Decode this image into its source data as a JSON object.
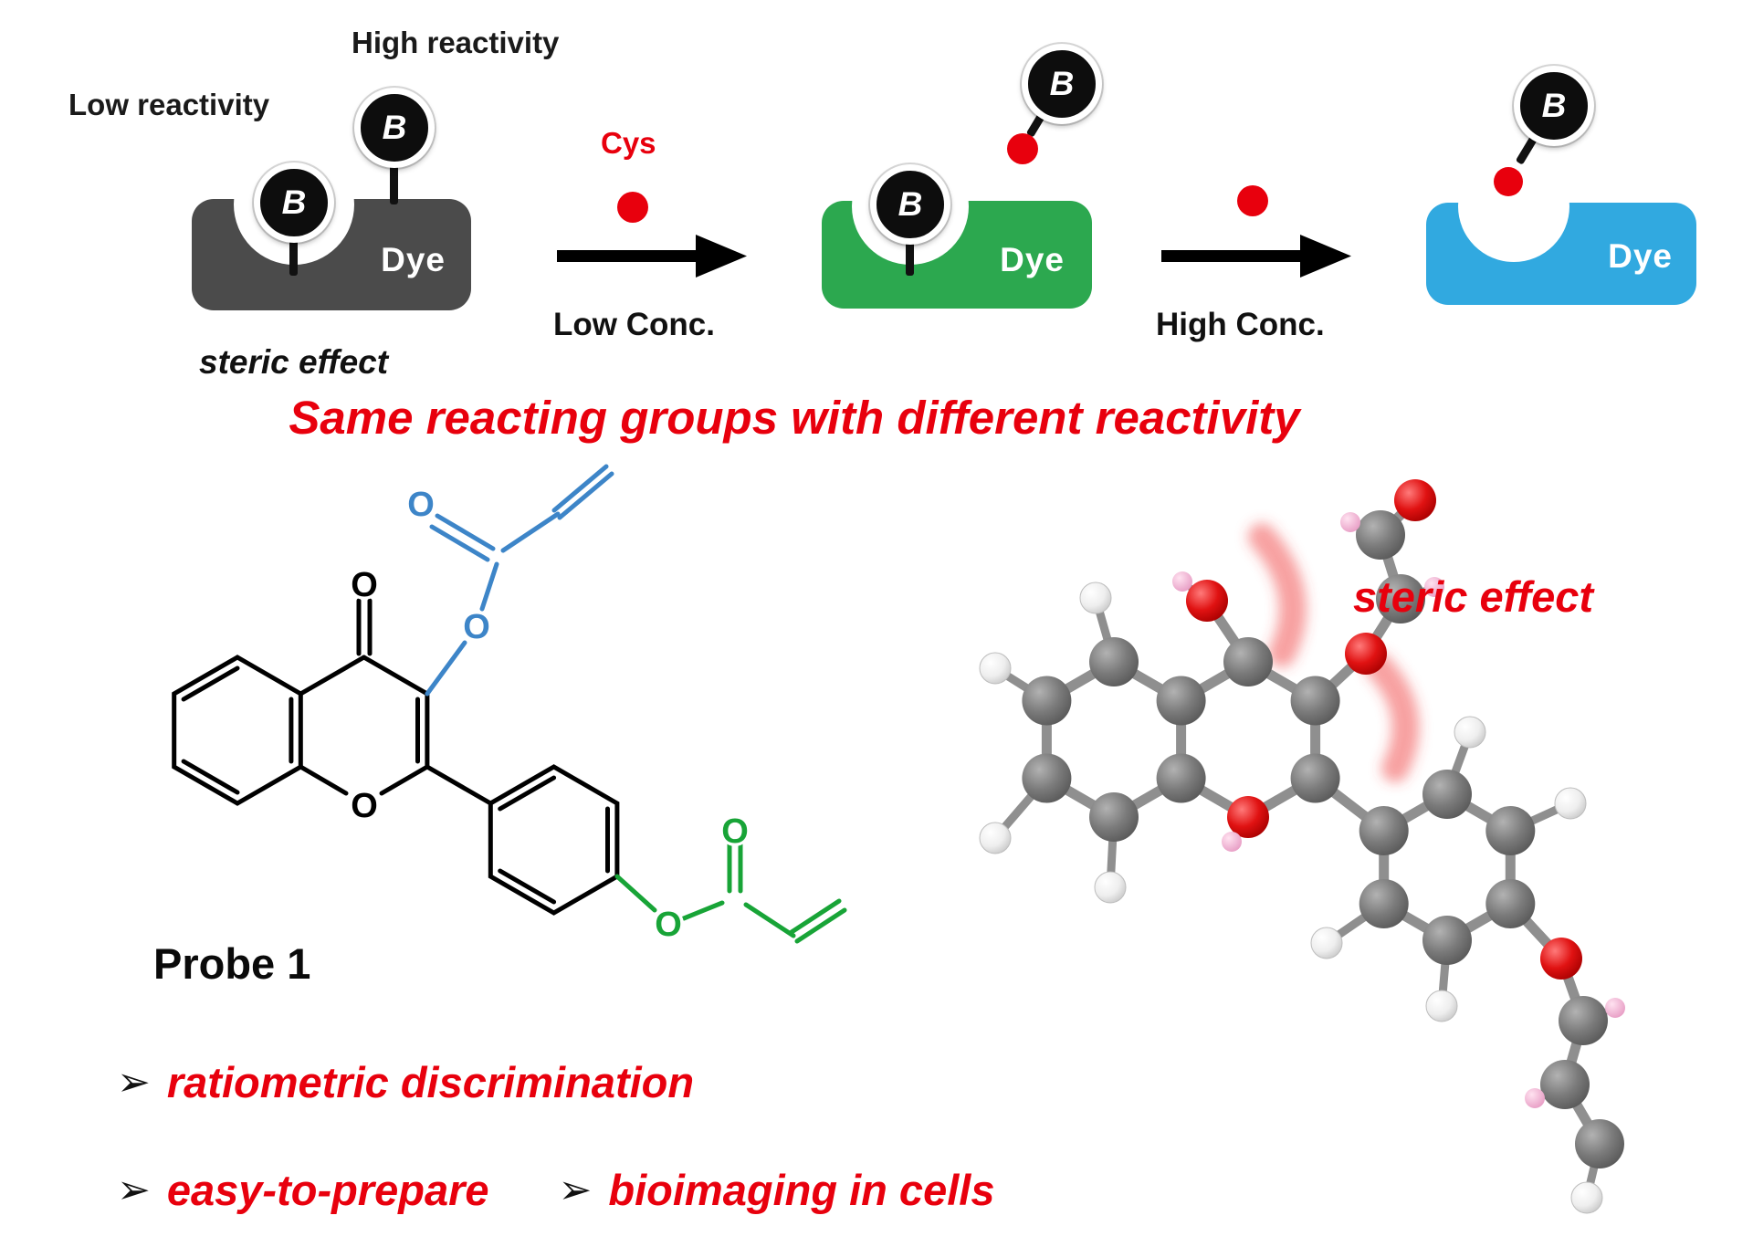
{
  "scheme": {
    "labels": {
      "low_reactivity": "Low reactivity",
      "high_reactivity": "High reactivity",
      "steric_effect": "steric effect",
      "cys": "Cys",
      "low_conc": "Low Conc.",
      "high_conc": "High Conc.",
      "dye": "Dye",
      "b": "B"
    },
    "colors": {
      "gray_dye": "#4b4b4b",
      "green_dye": "#2ca84f",
      "blue_dye": "#31a9e0",
      "red_accent": "#e8000d"
    }
  },
  "headline": "Same reacting groups with different reactivity",
  "probe": {
    "name": "Probe 1",
    "oxygen": "O",
    "colors": {
      "skeleton": "#000000",
      "top_acrylate": "#3d85c8",
      "bottom_acrylate": "#18a437"
    }
  },
  "model": {
    "steric_effect": "steric effect"
  },
  "bullets": {
    "marker": "➢",
    "item1": "ratiometric discrimination",
    "item2": "easy-to-prepare",
    "item3": "bioimaging in cells"
  }
}
